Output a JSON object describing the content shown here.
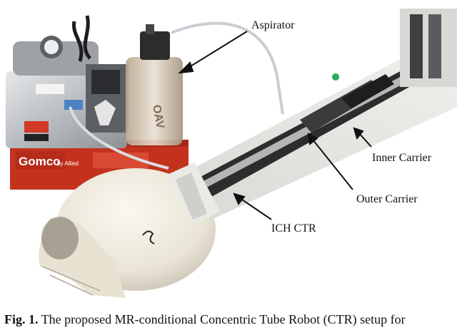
{
  "figure": {
    "labels": {
      "aspirator": "Aspirator",
      "inner_carrier": "Inner Carrier",
      "outer_carrier": "Outer Carrier",
      "ich_ctr": "ICH CTR"
    },
    "device_brand": "Gomco",
    "device_brand_sub": "by Allied"
  },
  "caption": {
    "figure_number": "Fig. 1.",
    "text": "The proposed MR-conditional Concentric Tube Robot (CTR) setup for"
  }
}
